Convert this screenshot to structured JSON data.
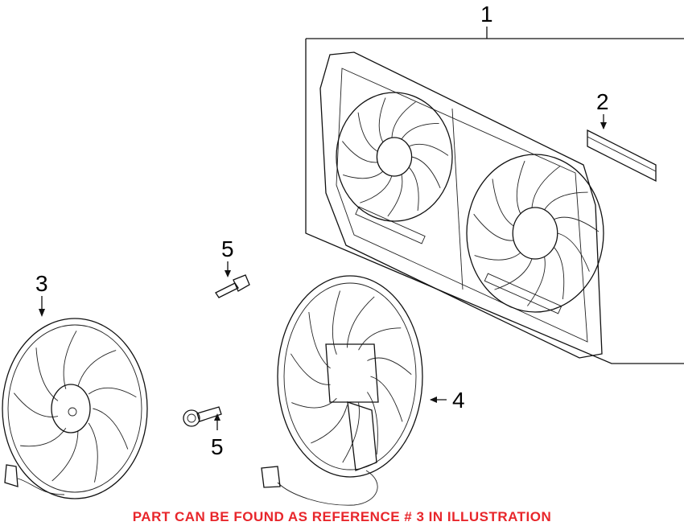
{
  "callouts": {
    "ref1": "1",
    "ref2": "2",
    "ref3": "3",
    "ref4": "4",
    "ref5a": "5",
    "ref5b": "5"
  },
  "caption": {
    "text": "PART CAN BE FOUND AS REFERENCE # 3 IN ILLUSTRATION",
    "color": "#e8262b"
  },
  "colors": {
    "line": "#111111",
    "background": "#ffffff"
  }
}
